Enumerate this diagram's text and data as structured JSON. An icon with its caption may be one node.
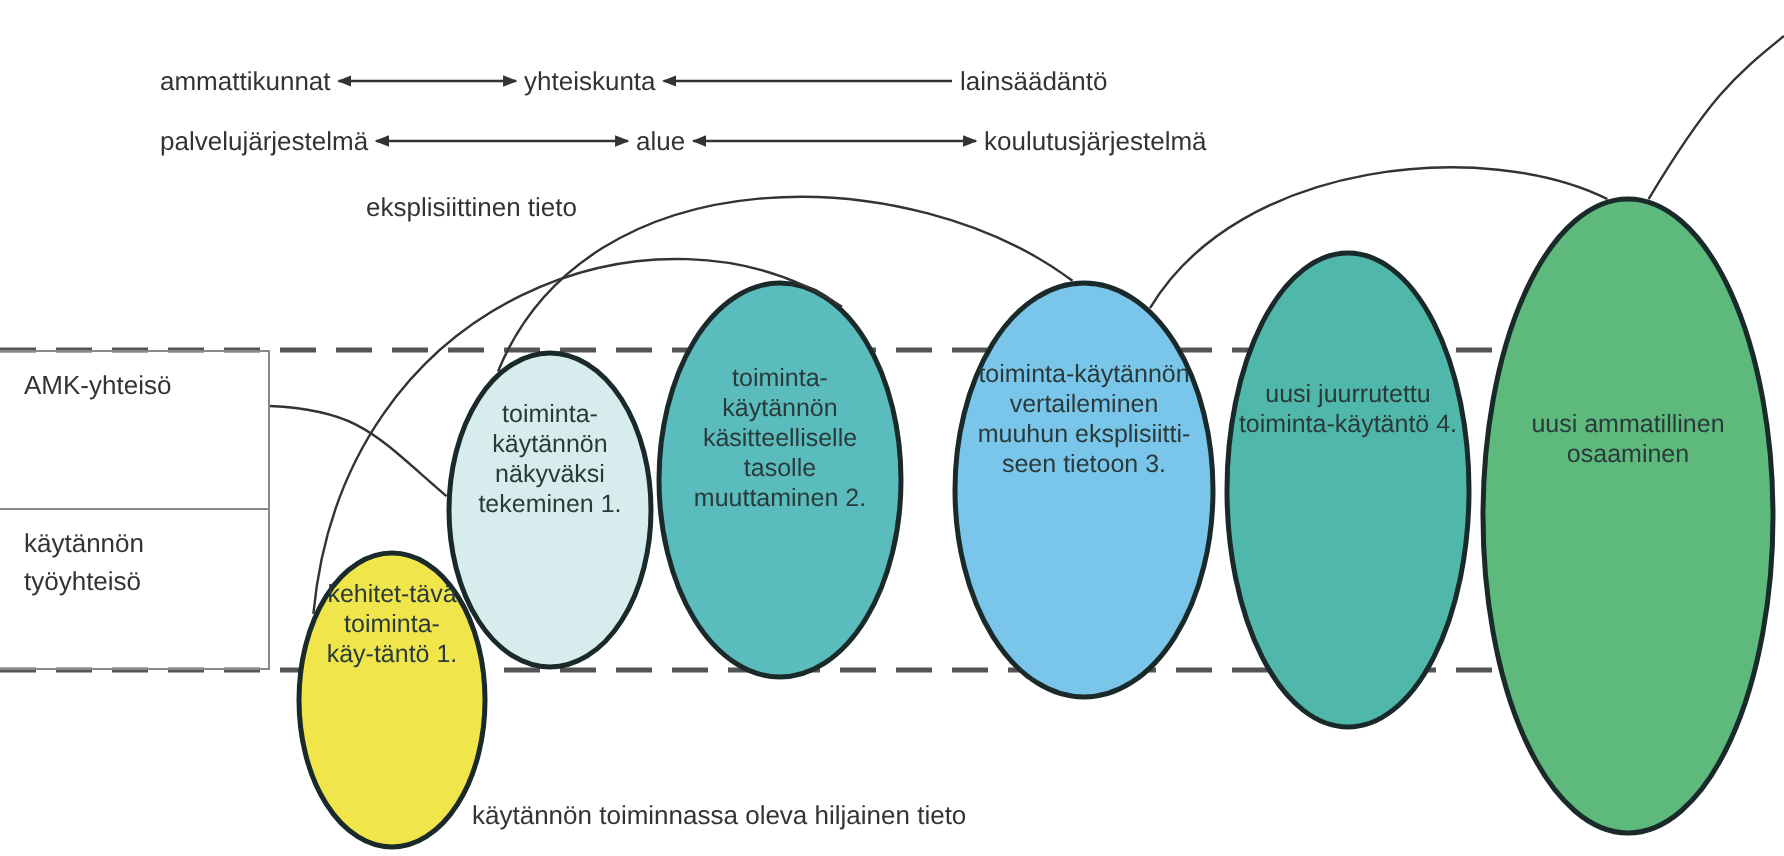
{
  "diagram": {
    "nodes": [
      {
        "text": [
          "ammattikunnat"
        ]
      },
      {
        "text": [
          "yhteiskunta"
        ]
      },
      {
        "text": [
          "lainsäädäntö"
        ]
      },
      {
        "text": [
          "palvelujärjestelmä"
        ]
      },
      {
        "text": [
          "alue"
        ]
      },
      {
        "text": [
          "koulutusjärjestelmä"
        ]
      },
      {
        "text": [
          "kehitet-tävä toiminta-käy-täntö 1."
        ]
      },
      {
        "text": [
          "toiminta-käytännön näkyväksi tekeminen 1."
        ]
      },
      {
        "text": [
          "toiminta-käytännön käsitteelliselle tasolle muuttaminen 2."
        ]
      },
      {
        "text": [
          "toiminta-käytännön vertaileminen muuhun eksplisiitti-seen tietoon 3."
        ]
      },
      {
        "text": [
          "uusi juurrutettu toiminta-käytäntö 4."
        ]
      },
      {
        "text": [
          "uusi ammatillinen osaaminen"
        ]
      },
      {
        "text": [
          "AMK-yhteisö"
        ]
      },
      {
        "text": [
          "käytännön työyhteisö"
        ]
      }
    ],
    "edges": [
      {
        "from": 0,
        "to": 1,
        "arrow": "both"
      },
      {
        "from": 2,
        "to": 1,
        "arrow": "to"
      },
      {
        "from": 3,
        "to": 4,
        "arrow": "both"
      },
      {
        "from": 4,
        "to": 5,
        "arrow": "both"
      },
      {
        "from": 12,
        "to": 7,
        "arrow": "none"
      },
      {
        "from": 6,
        "to": 8,
        "arrow": "none"
      },
      {
        "from": 7,
        "to": 9,
        "arrow": "none"
      },
      {
        "from": 9,
        "to": 11,
        "arrow": "none"
      },
      {
        "from": 11,
        "to": null,
        "arrow": "none"
      }
    ],
    "labels": [
      "eksplisiittinen tieto",
      "käytännön toiminnassa oleva hiljainen tieto"
    ]
  }
}
